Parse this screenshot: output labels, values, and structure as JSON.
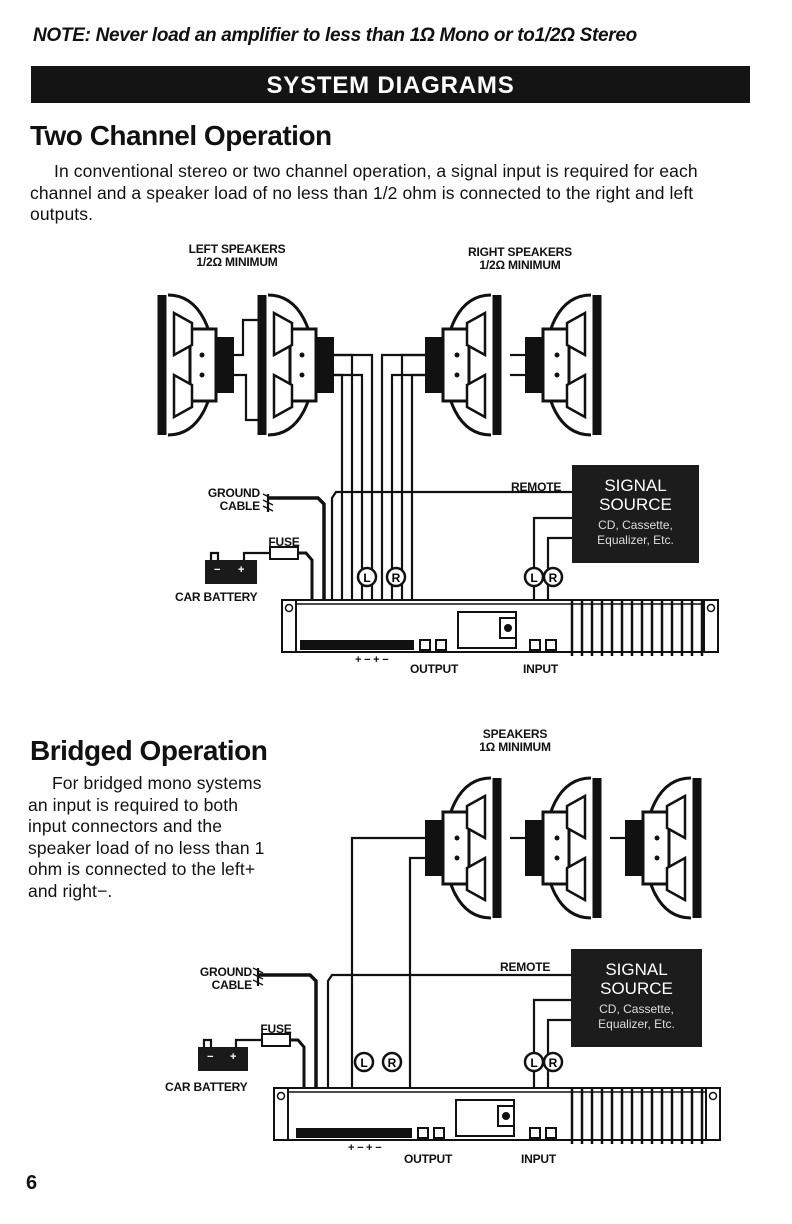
{
  "note": "NOTE: Never load an amplifier to less than 1Ω Mono or to1/2Ω Stereo",
  "banner": "SYSTEM DIAGRAMS",
  "two_channel": {
    "heading": "Two Channel Operation",
    "body": "In conventional stereo or two channel operation, a signal input is required for each channel and a speaker load of no less than 1/2 ohm is connected to the right and left outputs.",
    "diagram": {
      "left_speakers": "LEFT SPEAKERS",
      "left_min": "1/2Ω MINIMUM",
      "right_speakers": "RIGHT SPEAKERS",
      "right_min": "1/2Ω MINIMUM",
      "ground_1": "GROUND",
      "ground_2": "CABLE",
      "fuse": "FUSE",
      "car_battery": "CAR BATTERY",
      "remote": "REMOTE",
      "signal_1": "SIGNAL",
      "signal_2": "SOURCE",
      "signal_3": "CD, Cassette,",
      "signal_4": "Equalizer, Etc.",
      "terminal_signs": "+ − + −",
      "output": "OUTPUT",
      "input": "INPUT",
      "L": "L",
      "R": "R",
      "batt_minus": "−",
      "batt_plus": "+"
    }
  },
  "bridged": {
    "heading": "Bridged Operation",
    "body_lines": [
      "For bridged mono systems",
      "an input is required to both",
      "input connectors and the",
      "speaker load of no less than 1",
      "ohm is connected to the left+",
      "and right−."
    ],
    "diagram": {
      "speakers": "SPEAKERS",
      "speakers_min": "1Ω MINIMUM",
      "ground_1": "GROUND",
      "ground_2": "CABLE",
      "fuse": "FUSE",
      "car_battery": "CAR BATTERY",
      "remote": "REMOTE",
      "signal_1": "SIGNAL",
      "signal_2": "SOURCE",
      "signal_3": "CD, Cassette,",
      "signal_4": "Equalizer, Etc.",
      "terminal_signs": "+ − + −",
      "output": "OUTPUT",
      "input": "INPUT",
      "L": "L",
      "R": "R",
      "batt_minus": "−",
      "batt_plus": "+"
    }
  },
  "page_number": "6"
}
